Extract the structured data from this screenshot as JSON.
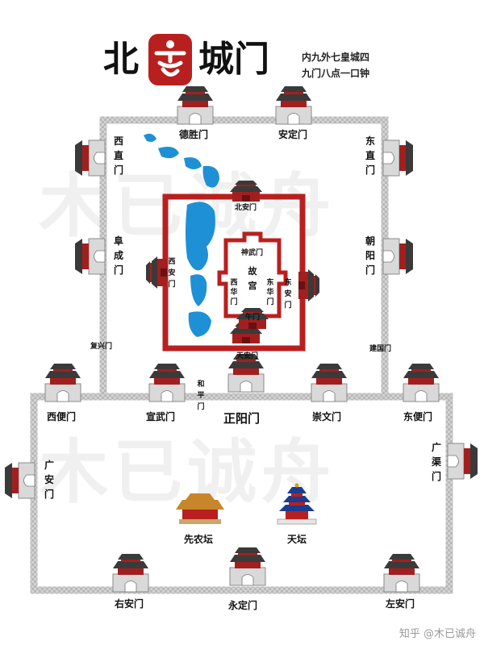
{
  "title": {
    "left": "北",
    "right": "城门",
    "logo_glyph": "京"
  },
  "subtitle": {
    "line1": "内九外七皇城四",
    "line2": "九门八点一口钟"
  },
  "watermark": "木已诚舟",
  "credit": "知乎 @木已诚舟",
  "inner_gates": {
    "deshengmen": "德胜门",
    "andingmen": "安定门",
    "xizhimen": "西直门",
    "dongzhimen": "东直门",
    "fuchengmen": "阜成门",
    "chaoyangmen": "朝阳门",
    "zhengyangmen": "正阳门",
    "xuanwumen": "宣武门",
    "chongwenmen": "崇文门"
  },
  "minor_gates": {
    "changxingmen": "复兴门",
    "jianguomen": "建国门",
    "hepingmen": "和平门"
  },
  "outer_gates": {
    "xibianmen": "西便门",
    "dongbianmen": "东便门",
    "guanganmen": "广安门",
    "guangqumen": "广渠门",
    "youanmen": "右安门",
    "yongdingmen": "永定门",
    "zuoanmen": "左安门"
  },
  "imperial_gates": {
    "beianmen": "北安门",
    "xianmen": "西安门",
    "donganmen": "东安门",
    "tiananmen": "天安门"
  },
  "palace": {
    "name": "故宫",
    "shenwumen": "神武门",
    "xihuamen": "西华门",
    "donghuamen": "东华门",
    "wumen": "午门"
  },
  "temples": {
    "xiannongtan": "先农坛",
    "tiantan": "天坛"
  },
  "colors": {
    "wall": "#c9c9c9",
    "imperial": "#b8201f",
    "palace": "#b8201f",
    "lake": "#1e90d6",
    "roof": "#8b1a1a"
  }
}
